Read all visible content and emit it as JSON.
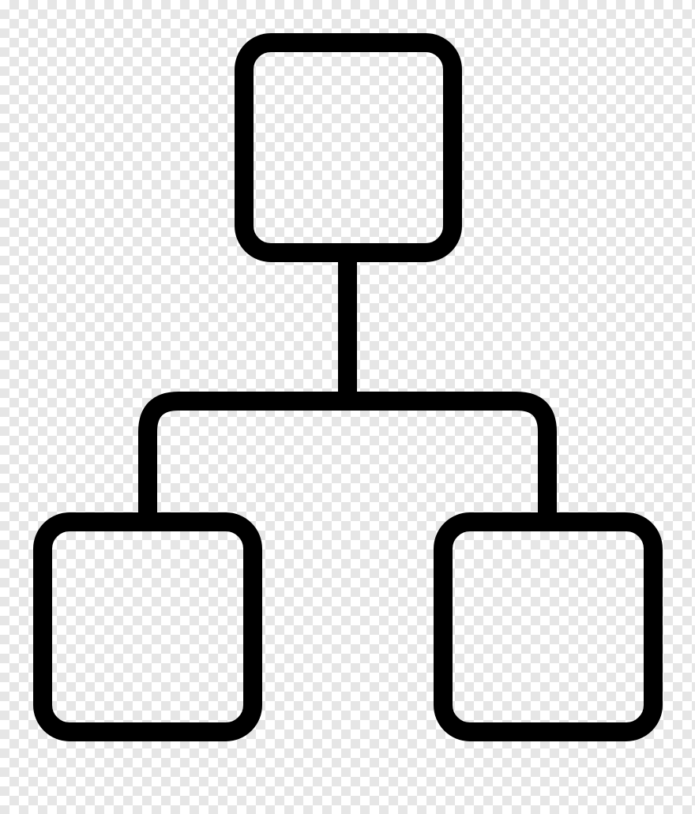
{
  "icon": {
    "name": "hierarchy-structure-icon",
    "stroke_color": "#000000",
    "background": "transparent-checkerboard"
  },
  "nodes": [
    {
      "id": "root",
      "role": "parent"
    },
    {
      "id": "left-child",
      "role": "child"
    },
    {
      "id": "right-child",
      "role": "child"
    }
  ]
}
